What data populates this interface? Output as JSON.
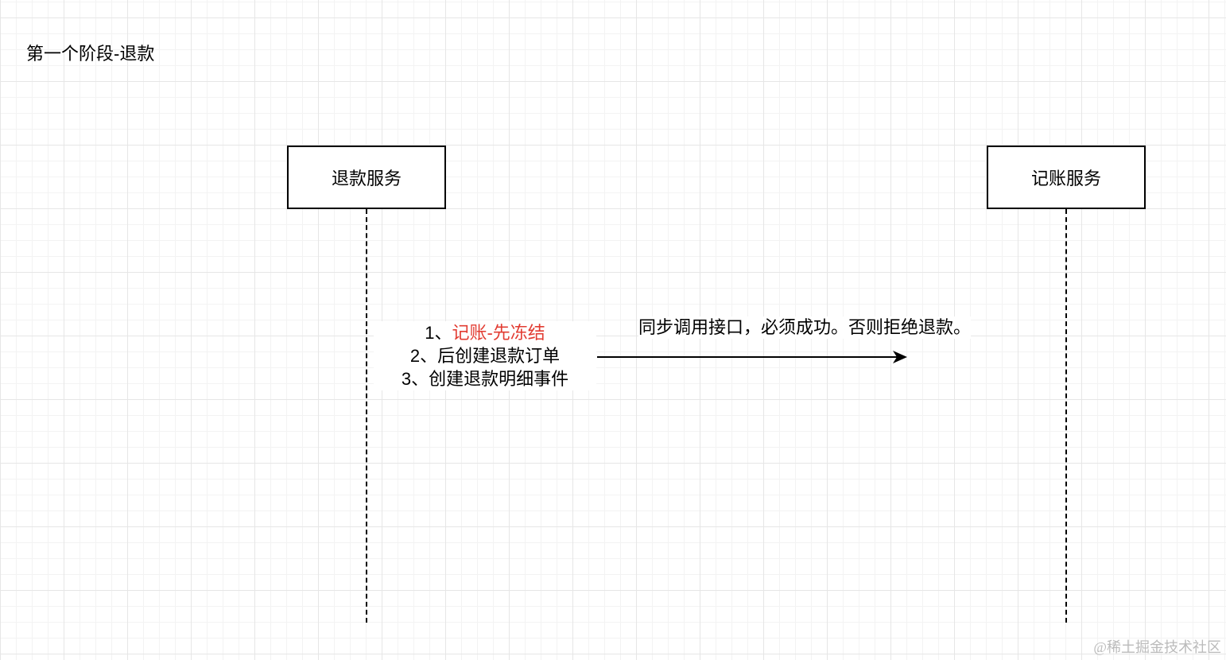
{
  "title": "第一个阶段-退款",
  "participants": {
    "refund_service": "退款服务",
    "accounting_service": "记账服务"
  },
  "steps": {
    "line1_prefix": "1、",
    "line1_highlight": "记账-先冻结",
    "line2": "2、后创建退款订单",
    "line3": "3、创建退款明细事件"
  },
  "message": "同步调用接口，必须成功。否则拒绝退款。",
  "watermark": "@稀土掘金技术社区",
  "colors": {
    "highlight": "#e23c32",
    "grid": "#e6e6e6",
    "stroke": "#000000"
  }
}
